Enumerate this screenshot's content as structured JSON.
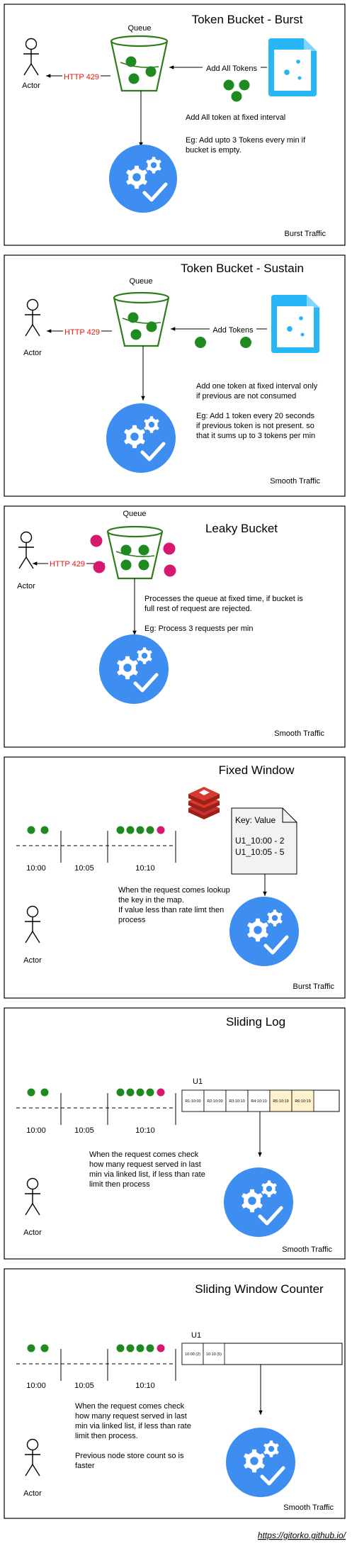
{
  "colors": {
    "bucket_stroke": "#2e7d1a",
    "token_green": "#1f8a1f",
    "request_pink": "#d6196e",
    "service_blue": "#3d8ef0",
    "doc_blue": "#29b6f6",
    "http_red": "#e8170c",
    "log_highlight": "#fff2cc",
    "redis_red": "#c7302a"
  },
  "link": "https://gitorko.github.io/",
  "panels": [
    {
      "title": "Token Bucket - Burst",
      "queue_label": "Queue",
      "actor_label": "Actor",
      "http_label": "HTTP 429",
      "arrow_label": "Add All Tokens",
      "desc": [
        "Add All token at fixed interval",
        "",
        "Eg: Add upto 3 Tokens every min if",
        "bucket is empty."
      ],
      "traffic": "Burst Traffic"
    },
    {
      "title": "Token Bucket - Sustain",
      "queue_label": "Queue",
      "actor_label": "Actor",
      "http_label": "HTTP 429",
      "arrow_label": "Add Tokens",
      "desc": [
        "Add one token at fixed interval only",
        "if previous are not consumed",
        "",
        "Eg: Add 1 token every 20 seconds",
        "if previous token is not present. so",
        "that it sums up to 3 tokens per min"
      ],
      "traffic": "Smooth Traffic"
    },
    {
      "title": "Leaky Bucket",
      "queue_label": "Queue",
      "actor_label": "Actor",
      "http_label": "HTTP 429",
      "desc": [
        "Processes the queue at fixed time, if bucket is",
        "full rest of request are rejected.",
        "",
        "Eg: Process 3 requests per min"
      ],
      "traffic": "Smooth Traffic"
    },
    {
      "title": "Fixed Window",
      "actor_label": "Actor",
      "times": [
        "10:00",
        "10:05",
        "10:10"
      ],
      "note": [
        "Key: Value",
        "",
        "U1_10:00 - 2",
        "U1_10:05 - 5"
      ],
      "desc": [
        "When the request comes lookup",
        "the key in the map.",
        "If value less than rate limt then",
        "process"
      ],
      "traffic": "Burst Traffic"
    },
    {
      "title": "Sliding Log",
      "actor_label": "Actor",
      "times": [
        "10:00",
        "10:05",
        "10:10"
      ],
      "user": "U1",
      "cells": [
        "R1:10:00",
        "R2:10:00",
        "R3:10:10",
        "R4:10:10",
        "R5:10:19",
        "R6:10:19"
      ],
      "desc": [
        "When the request comes check",
        "how many request served in last",
        "min via linked list, if less than rate",
        "limit then process"
      ],
      "traffic": "Smooth Traffic"
    },
    {
      "title": "Sliding Window Counter",
      "actor_label": "Actor",
      "times": [
        "10:00",
        "10:05",
        "10:10"
      ],
      "user": "U1",
      "cells": [
        "10:00 (2)",
        "10:10 (5)"
      ],
      "desc": [
        "When the request comes check",
        "how many request served in last",
        "min via linked list, if less than rate",
        "limit then process.",
        "",
        "Previous node store count so is",
        "faster"
      ],
      "traffic": "Smooth Traffic"
    }
  ]
}
